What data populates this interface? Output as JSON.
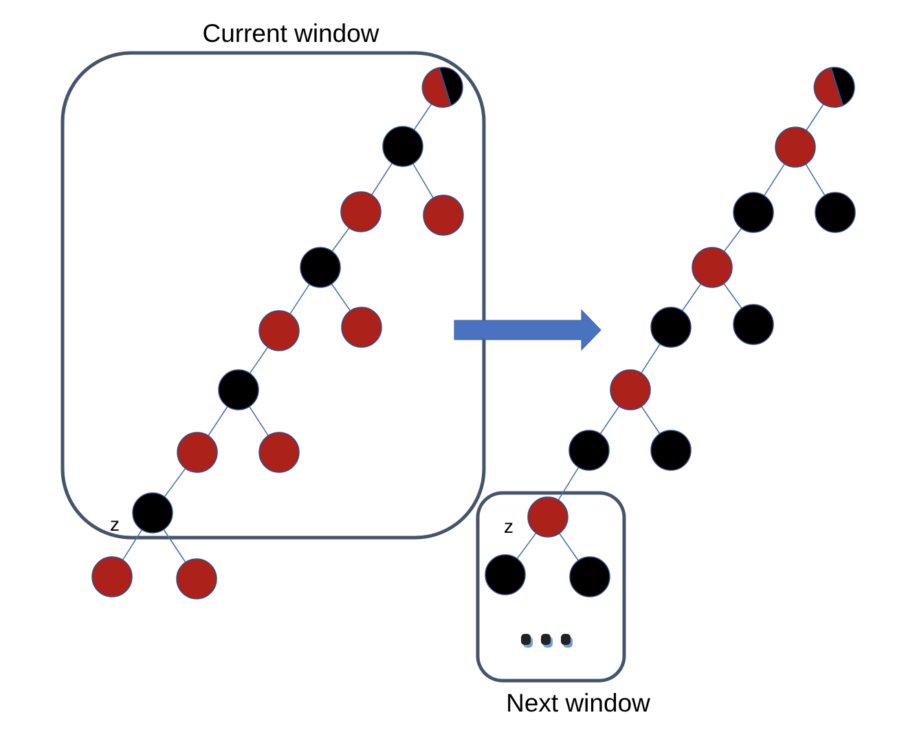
{
  "labels": {
    "current_window": "Current window",
    "next_window": "Next window",
    "z_left": "z",
    "z_right": "z"
  },
  "colors": {
    "red_node": "#ac211a",
    "black_node": "#000000",
    "node_stroke": "#2f4f8f",
    "edge": "#4a6fb8",
    "window_frame": "#44546a",
    "arrow": "#4a72c0",
    "dots_shadow": "#6f9fd8",
    "dots": "#222222"
  },
  "trees": {
    "before": {
      "nodes": [
        {
          "id": "root",
          "color": "split"
        },
        {
          "id": "n1",
          "color": "black"
        },
        {
          "id": "n2",
          "color": "red"
        },
        {
          "id": "n3",
          "color": "red"
        },
        {
          "id": "n4",
          "color": "black"
        },
        {
          "id": "n5",
          "color": "red"
        },
        {
          "id": "n6",
          "color": "red"
        },
        {
          "id": "n7",
          "color": "black"
        },
        {
          "id": "n8",
          "color": "red"
        },
        {
          "id": "n9",
          "color": "red"
        },
        {
          "id": "z",
          "color": "black"
        },
        {
          "id": "n11",
          "color": "red"
        },
        {
          "id": "n12",
          "color": "red"
        }
      ]
    },
    "after": {
      "nodes": [
        {
          "id": "root",
          "color": "split"
        },
        {
          "id": "n1",
          "color": "red"
        },
        {
          "id": "n2",
          "color": "black"
        },
        {
          "id": "n3",
          "color": "black"
        },
        {
          "id": "n4",
          "color": "red"
        },
        {
          "id": "n5",
          "color": "black"
        },
        {
          "id": "n6",
          "color": "black"
        },
        {
          "id": "n7",
          "color": "red"
        },
        {
          "id": "n8",
          "color": "black"
        },
        {
          "id": "n9",
          "color": "black"
        },
        {
          "id": "z",
          "color": "red"
        },
        {
          "id": "n11",
          "color": "black"
        },
        {
          "id": "n12",
          "color": "black"
        }
      ]
    }
  }
}
